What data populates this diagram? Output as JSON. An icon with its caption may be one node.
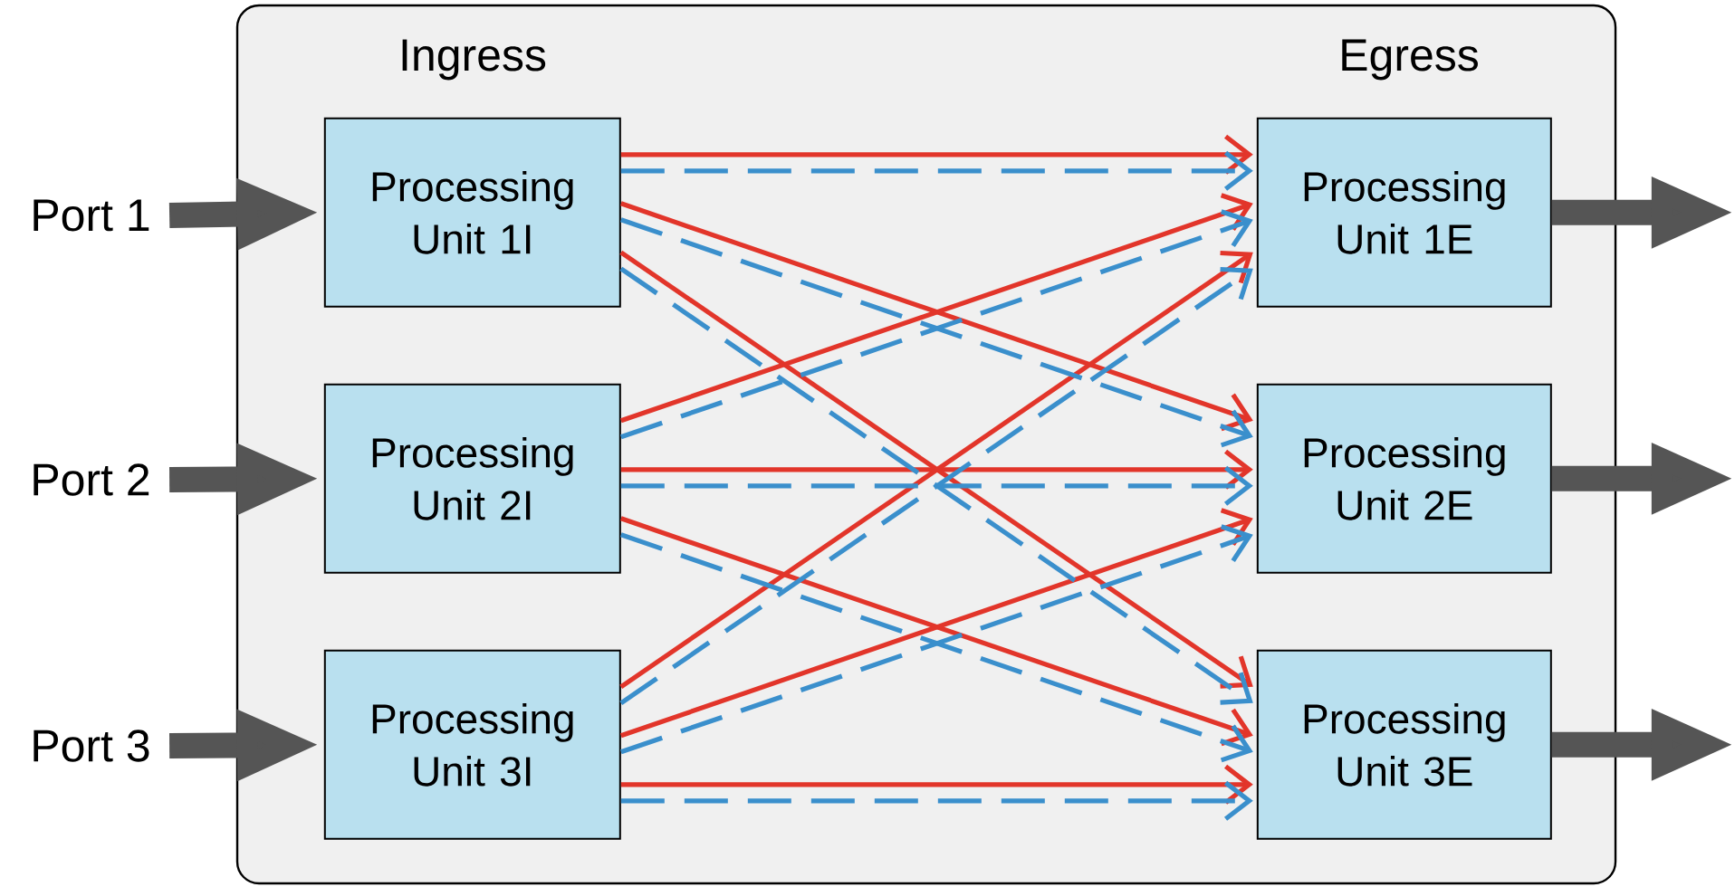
{
  "diagram": {
    "nodes": [
      {
        "text": [],
        "shape": "box"
      },
      {
        "text": [
          "Port 1"
        ]
      },
      {
        "text": [
          "Processing Unit 1I"
        ],
        "in": 0
      },
      {
        "text": [
          "Processing Unit 1E"
        ],
        "in": 0
      },
      {
        "text": [
          "Port 2"
        ]
      },
      {
        "text": [
          "Processing Unit 2I"
        ],
        "in": 0
      },
      {
        "text": [
          "Processing Unit 2E"
        ],
        "in": 0
      },
      {
        "text": [
          "Port 3"
        ]
      },
      {
        "text": [
          "Processing Unit 3I"
        ],
        "in": 0
      },
      {
        "text": [
          "Processing Unit 3E"
        ],
        "in": 0
      }
    ],
    "edges": [
      {
        "from": 1,
        "to": 2,
        "arrow": "to",
        "style": "thick",
        "color": "#555555"
      },
      {
        "from": 4,
        "to": 5,
        "arrow": "to",
        "style": "thick",
        "color": "#555555"
      },
      {
        "from": 7,
        "to": 8,
        "arrow": "to",
        "style": "thick",
        "color": "#555555"
      },
      {
        "from": 2,
        "to": 3,
        "arrow": "to",
        "color": "#e2352a"
      },
      {
        "from": 2,
        "to": 6,
        "arrow": "to",
        "color": "#e2352a"
      },
      {
        "from": 2,
        "to": 9,
        "arrow": "to",
        "color": "#e2352a"
      },
      {
        "from": 5,
        "to": 3,
        "arrow": "to",
        "color": "#e2352a"
      },
      {
        "from": 5,
        "to": 6,
        "arrow": "to",
        "color": "#e2352a"
      },
      {
        "from": 5,
        "to": 9,
        "arrow": "to",
        "color": "#e2352a"
      },
      {
        "from": 8,
        "to": 3,
        "arrow": "to",
        "color": "#e2352a"
      },
      {
        "from": 8,
        "to": 6,
        "arrow": "to",
        "color": "#e2352a"
      },
      {
        "from": 8,
        "to": 9,
        "arrow": "to",
        "color": "#e2352a"
      },
      {
        "from": 2,
        "to": 3,
        "arrow": "to",
        "style": "dashed",
        "color": "#3a8fcc"
      },
      {
        "from": 2,
        "to": 6,
        "arrow": "to",
        "style": "dashed",
        "color": "#3a8fcc"
      },
      {
        "from": 2,
        "to": 9,
        "arrow": "to",
        "style": "dashed",
        "color": "#3a8fcc"
      },
      {
        "from": 5,
        "to": 3,
        "arrow": "to",
        "style": "dashed",
        "color": "#3a8fcc"
      },
      {
        "from": 5,
        "to": 6,
        "arrow": "to",
        "style": "dashed",
        "color": "#3a8fcc"
      },
      {
        "from": 5,
        "to": 9,
        "arrow": "to",
        "style": "dashed",
        "color": "#3a8fcc"
      },
      {
        "from": 8,
        "to": 3,
        "arrow": "to",
        "style": "dashed",
        "color": "#3a8fcc"
      },
      {
        "from": 8,
        "to": 6,
        "arrow": "to",
        "style": "dashed",
        "color": "#3a8fcc"
      },
      {
        "from": 8,
        "to": 9,
        "arrow": "to",
        "style": "dashed",
        "color": "#3a8fcc"
      },
      {
        "from": 3,
        "to": null,
        "arrow": "to",
        "style": "thick",
        "color": "#555555"
      },
      {
        "from": 6,
        "to": null,
        "arrow": "to",
        "style": "thick",
        "color": "#555555"
      },
      {
        "from": 9,
        "to": null,
        "arrow": "to",
        "style": "thick",
        "color": "#555555"
      }
    ],
    "labels": [
      "Ingress",
      "Egress"
    ]
  }
}
